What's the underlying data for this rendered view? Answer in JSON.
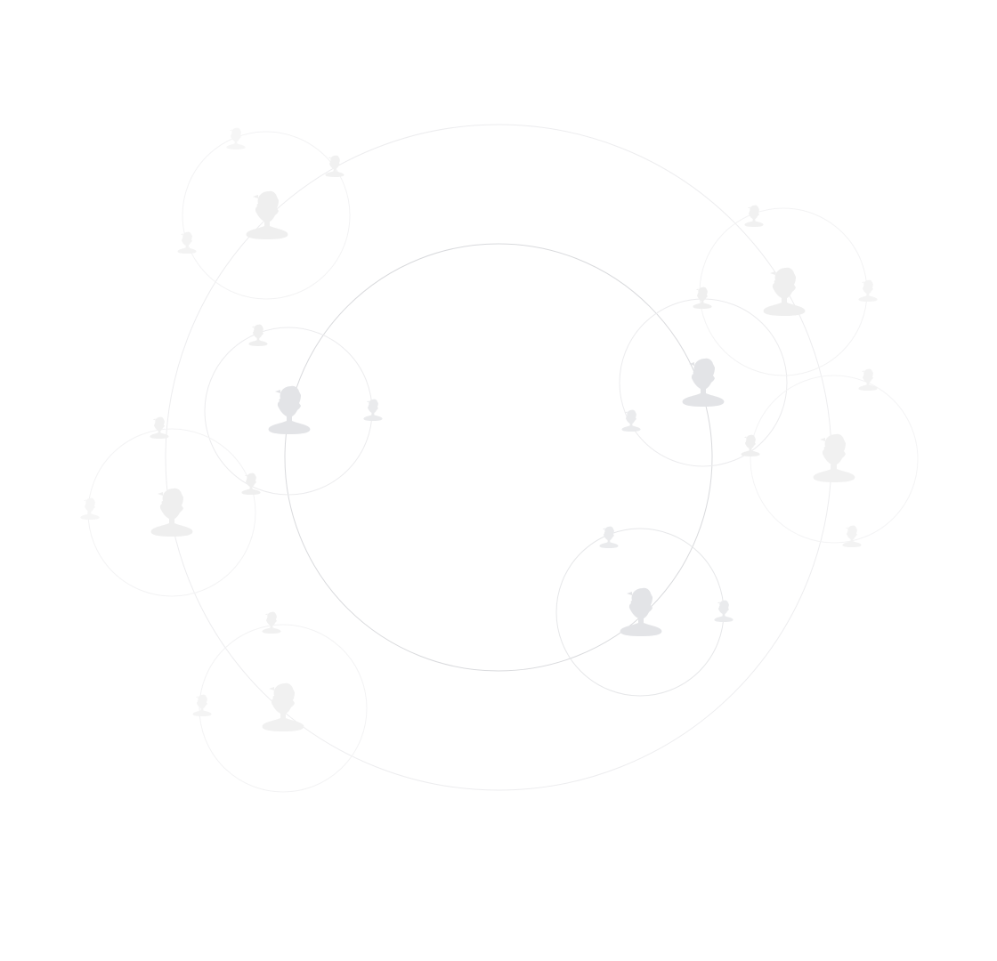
{
  "diagram": {
    "style": "social network orbit illustration",
    "colors": {
      "background": "#ffffff",
      "main_orbit": "#dcdde0",
      "outer_orbit": "#ececee",
      "faint_orbit": "#f1f1f3",
      "person_dark": "#e3e4e7",
      "person_mid": "#efefef",
      "person_light": "#f4f4f4",
      "person_faint": "#f7f7f7"
    },
    "icons": {
      "person": "person-silhouette-icon"
    },
    "orbit_count": 9,
    "person_count": 30,
    "text_labels": []
  }
}
